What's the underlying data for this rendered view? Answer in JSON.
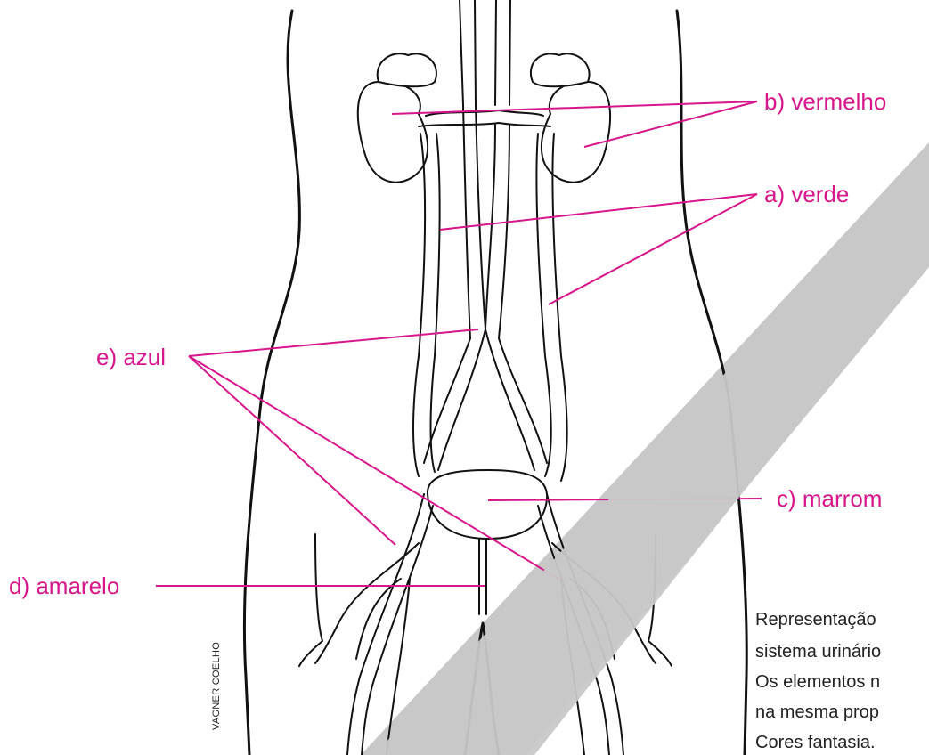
{
  "labels": {
    "b": "b) vermelho",
    "a": "a) verde",
    "e": "e) azul",
    "c": "c) marrom",
    "d": "d)  amarelo"
  },
  "caption": {
    "line1": "Representação",
    "line2": "sistema urinário",
    "line3": "Os elementos n",
    "line4": "na mesma prop",
    "line5": "Cores fantasia."
  },
  "credit": "VAGNER COELHO",
  "colors": {
    "label_magenta": "#d6168a",
    "watermark_gray": "#c8c8c8",
    "line_black": "#111111"
  }
}
